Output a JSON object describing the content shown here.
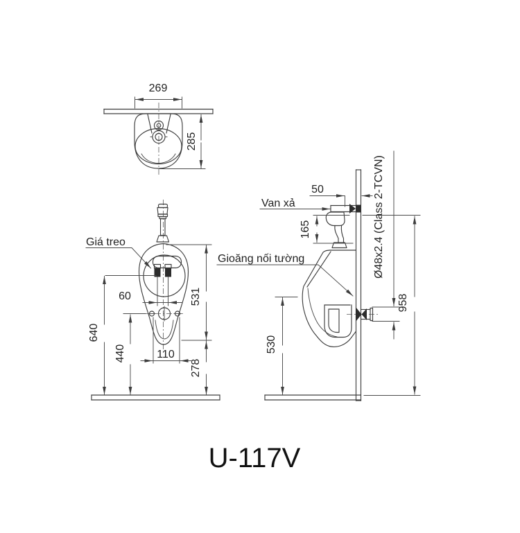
{
  "drawing": {
    "model": "U-117V",
    "colors": {
      "line": "#3d3d3d",
      "text": "#1f1f1f",
      "background": "#ffffff"
    },
    "views": {
      "top_view": {
        "dimensions": {
          "width": "269",
          "depth": "285"
        }
      },
      "front_view": {
        "labels": {
          "bracket": "Giá treo"
        },
        "dimensions": {
          "body_height": "531",
          "bracket_spacing": "60",
          "bracket_floor_height": "640",
          "drain_floor_height": "440",
          "hole_spacing": "110",
          "rim_floor_clearance": "278"
        }
      },
      "side_view": {
        "labels": {
          "flush_valve": "Van xả",
          "wall_gasket": "Gioăng nối tường"
        },
        "dimensions": {
          "valve_wall_offset": "50",
          "valve_height": "165",
          "front_floor_height": "530",
          "supply_floor_height": "958",
          "pipe_spec": "Ø48x2.4 (Class 2-TCVN)"
        }
      }
    }
  }
}
